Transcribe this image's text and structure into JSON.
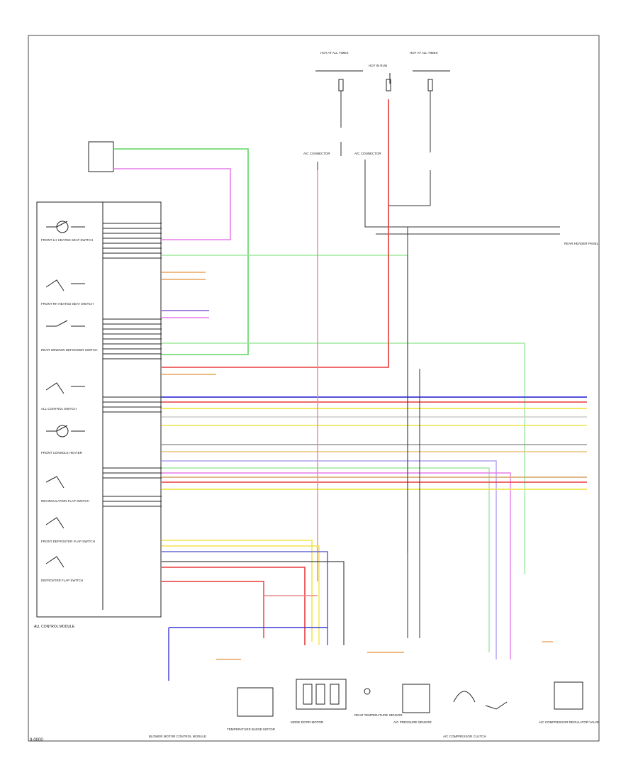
{
  "footer_id": "9-0000",
  "components": {
    "module": "ALL CONTROL MODULE",
    "sw1": "FRONT LH HEATED SEAT SWITCH",
    "sw2": "FRONT RH HEATED SEAT SWITCH",
    "sw3": "REAR WINDOW DEFOGGER SWITCH",
    "sw4": "ALL CONTROL SWITCH",
    "sw5": "FRONT CONSOLE HEATER",
    "sw6": "RECIRCULATION FLAP SWITCH",
    "sw7": "FRONT DEFROSTER FLAP SWITCH",
    "sw8": "DEFROSTER FLAP SWITCH",
    "blower_ctrl": "BLOWER MOTOR CONTROL MODULE",
    "blend_motor": "TEMPERATURE BLEND MOTOR",
    "mode_motor": "MODE DOOR MOTOR",
    "temp_sensor": "REAR TEMPERATURE SENSOR",
    "pressure_sensor": "A/C PRESSURE SENSOR",
    "clutch": "A/C COMPRESSOR CLUTCH",
    "comp_valve": "A/C COMPRESSOR REGULATOR VALVE",
    "ground_top": "REAR HEADER PANEL",
    "fuse1": "HOT AT ALL TIMES",
    "fuse2": "HOT IN RUN",
    "fuse3": "HOT AT ALL TIMES",
    "connector_top": "A/C CONNECTOR"
  }
}
